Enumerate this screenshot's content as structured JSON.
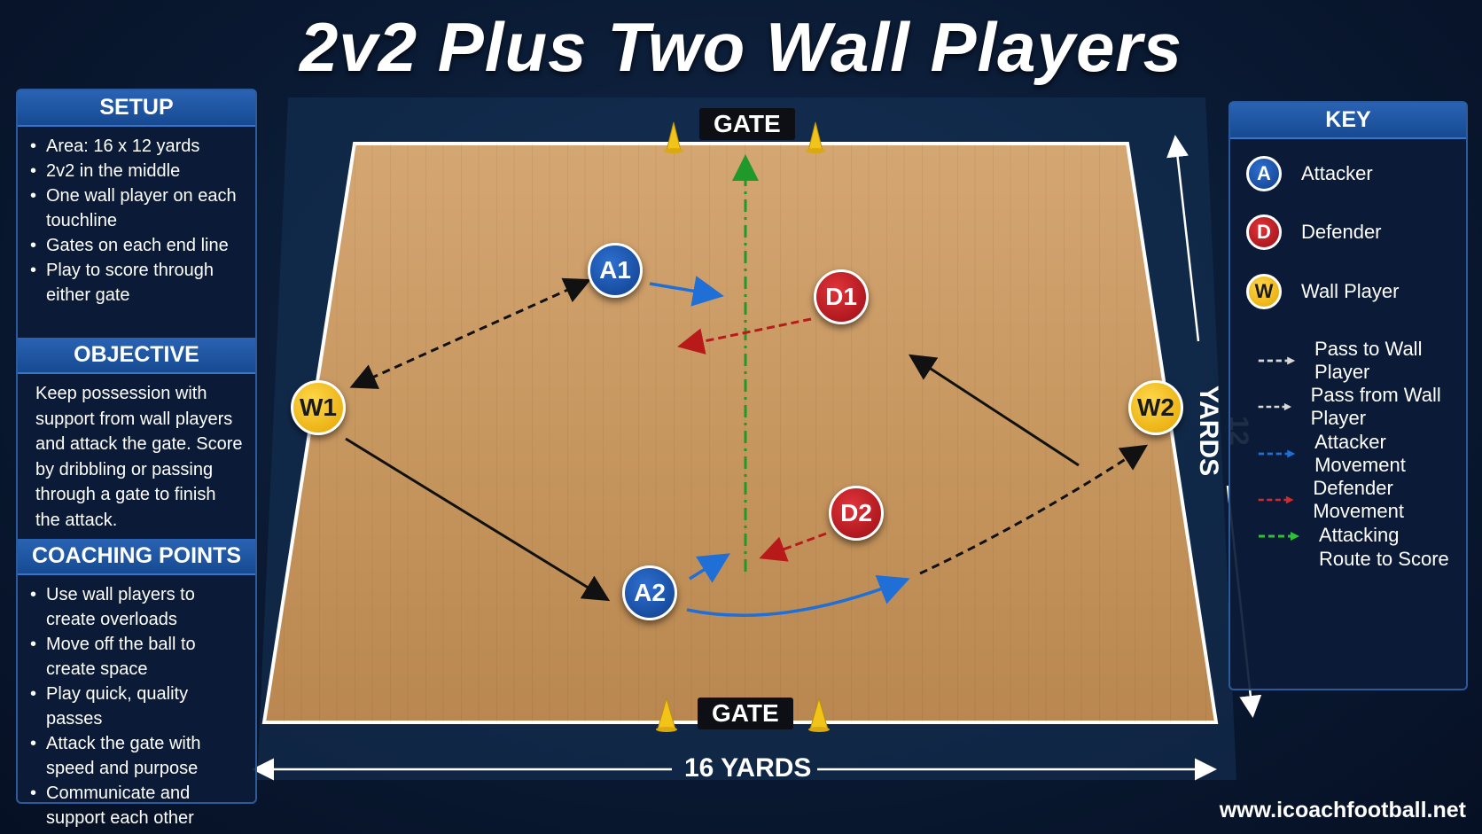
{
  "title": "2v2 Plus Two Wall Players",
  "setup": {
    "heading": "SETUP",
    "items": [
      "Area: 16 x 12 yards",
      "2v2 in the middle",
      "One wall player on each touchline",
      "Gates on each end line",
      "Play to score through either gate"
    ]
  },
  "objective": {
    "heading": "OBJECTIVE",
    "text": "Keep possession with support from wall players and attack the gate. Score by dribbling or passing through a gate to finish the attack."
  },
  "coaching": {
    "heading": "COACHING POINTS",
    "items": [
      "Use wall players to create overloads",
      "Move off the ball to create space",
      "Play quick, quality passes",
      "Attack the gate with speed and purpose",
      "Communicate and support each other"
    ]
  },
  "key": {
    "heading": "KEY",
    "players": [
      {
        "symbol": "A",
        "label": "Attacker"
      },
      {
        "symbol": "D",
        "label": "Defender"
      },
      {
        "symbol": "W",
        "label": "Wall Player"
      }
    ],
    "lines": [
      {
        "label": "Pass to Wall Player",
        "color": "#d8d8d8",
        "dashed": true
      },
      {
        "label": "Pass from Wall Player",
        "color": "#d8d8d8",
        "dashed": true
      },
      {
        "label": "Attacker Movement",
        "color": "#1f6fd6",
        "dashed": true
      },
      {
        "label": "Defender Movement",
        "color": "#d42a2a",
        "dashed": true
      },
      {
        "label": "Attacking Route to Score",
        "color": "#2fbf3a",
        "dashed": true
      }
    ]
  },
  "players": {
    "a1": "A1",
    "a2": "A2",
    "d1": "D1",
    "d2": "D2",
    "w1": "W1",
    "w2": "W2"
  },
  "field": {
    "gate_top": "GATE",
    "gate_bottom": "GATE",
    "width_label": "16 YARDS",
    "length_label": "12 YARDS"
  },
  "colors": {
    "attacker": "#1f5fbf",
    "defender": "#c41a20",
    "wall": "#f5c518",
    "panel_header": "#1f56a3",
    "floor": "#c99a62"
  },
  "website": "www.icoachfootball.net"
}
